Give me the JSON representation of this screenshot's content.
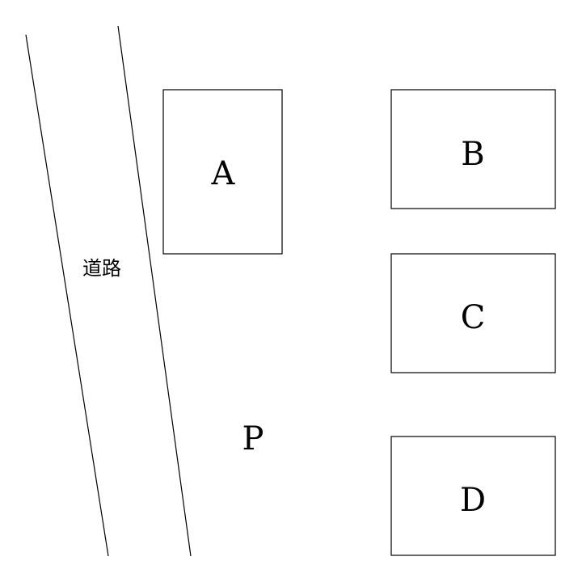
{
  "road_label": "道路",
  "buildings": {
    "a": "A",
    "b": "B",
    "c": "C",
    "d": "D"
  },
  "point_label": "P",
  "colors": {
    "stroke": "#000000",
    "background": "#ffffff"
  }
}
